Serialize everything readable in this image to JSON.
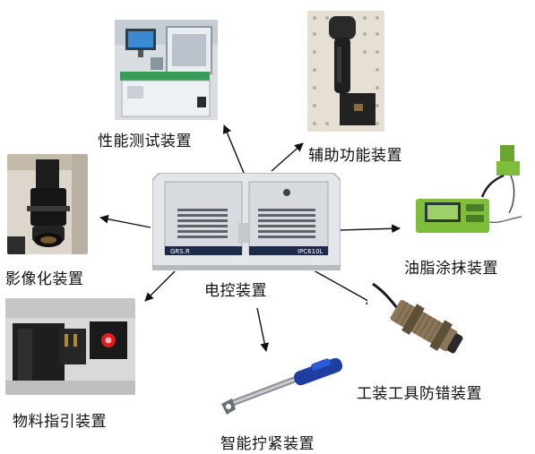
{
  "center": {
    "label": "电控装置",
    "photo": "industrial-pc",
    "brand_text": "GRS.R",
    "model_text": "IPC610L"
  },
  "devices": [
    {
      "id": "performance-test",
      "label": "性能测试装置",
      "photo": "test-bench"
    },
    {
      "id": "auxiliary",
      "label": "辅助功能装置",
      "photo": "barcode-scanner"
    },
    {
      "id": "imaging",
      "label": "影像化装置",
      "photo": "industrial-camera"
    },
    {
      "id": "grease",
      "label": "油脂涂抹装置",
      "photo": "grease-dispenser"
    },
    {
      "id": "material-guide",
      "label": "物料指引装置",
      "photo": "indicator-light"
    },
    {
      "id": "smart-tightening",
      "label": "智能拧紧装置",
      "photo": "torque-wrench"
    },
    {
      "id": "tooling-error-proofing",
      "label": "工装工具防错装置",
      "photo": "proximity-sensor"
    }
  ]
}
